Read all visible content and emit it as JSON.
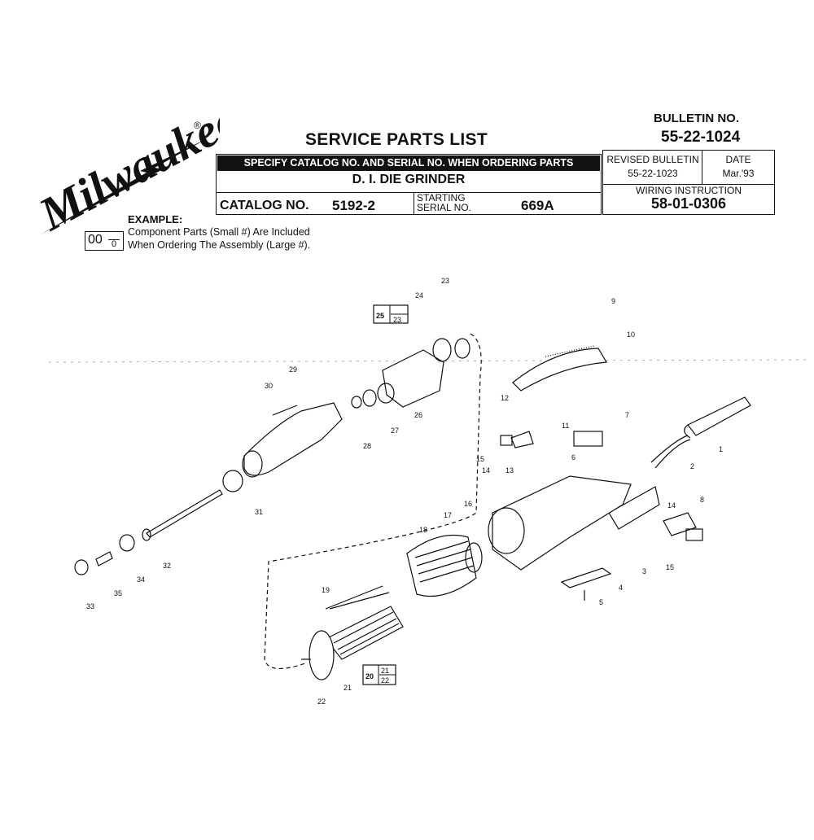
{
  "logo": {
    "text": "Milwaukee",
    "registered": "®"
  },
  "header": {
    "title": "SERVICE PARTS LIST",
    "bulletin_label": "BULLETIN NO.",
    "bulletin_no": "55-22-1024",
    "specify_text": "SPECIFY CATALOG NO. AND SERIAL NO. WHEN ORDERING PARTS",
    "model": "D. I. DIE GRINDER",
    "catalog_label": "CATALOG NO.",
    "catalog_no": "5192-2",
    "serial_label_line1": "STARTING",
    "serial_label_line2": "SERIAL NO.",
    "serial_no": "669A",
    "revised_label": "REVISED BULLETIN",
    "revised_no": "55-22-1023",
    "date_label": "DATE",
    "date_value": "Mar.'93",
    "wiring_label": "WIRING INSTRUCTION",
    "wiring_no": "58-01-0306"
  },
  "example": {
    "label": "EXAMPLE:",
    "big": "00",
    "small": "0",
    "line1": "Component Parts (Small #) Are Included",
    "line2": "When Ordering The Assembly (Large #)."
  },
  "assemblies": [
    {
      "big": "25",
      "small_top": "",
      "small_bottom": "23"
    },
    {
      "big": "20",
      "small_top": "21",
      "small_bottom": "22"
    }
  ],
  "part_numbers": [
    "1",
    "2",
    "3",
    "4",
    "5",
    "6",
    "7",
    "8",
    "9",
    "10",
    "11",
    "12",
    "13",
    "14",
    "15",
    "14",
    "15",
    "16",
    "17",
    "18",
    "19",
    "21",
    "22",
    "23",
    "24",
    "26",
    "27",
    "28",
    "29",
    "30",
    "31",
    "32",
    "33",
    "34",
    "35"
  ]
}
